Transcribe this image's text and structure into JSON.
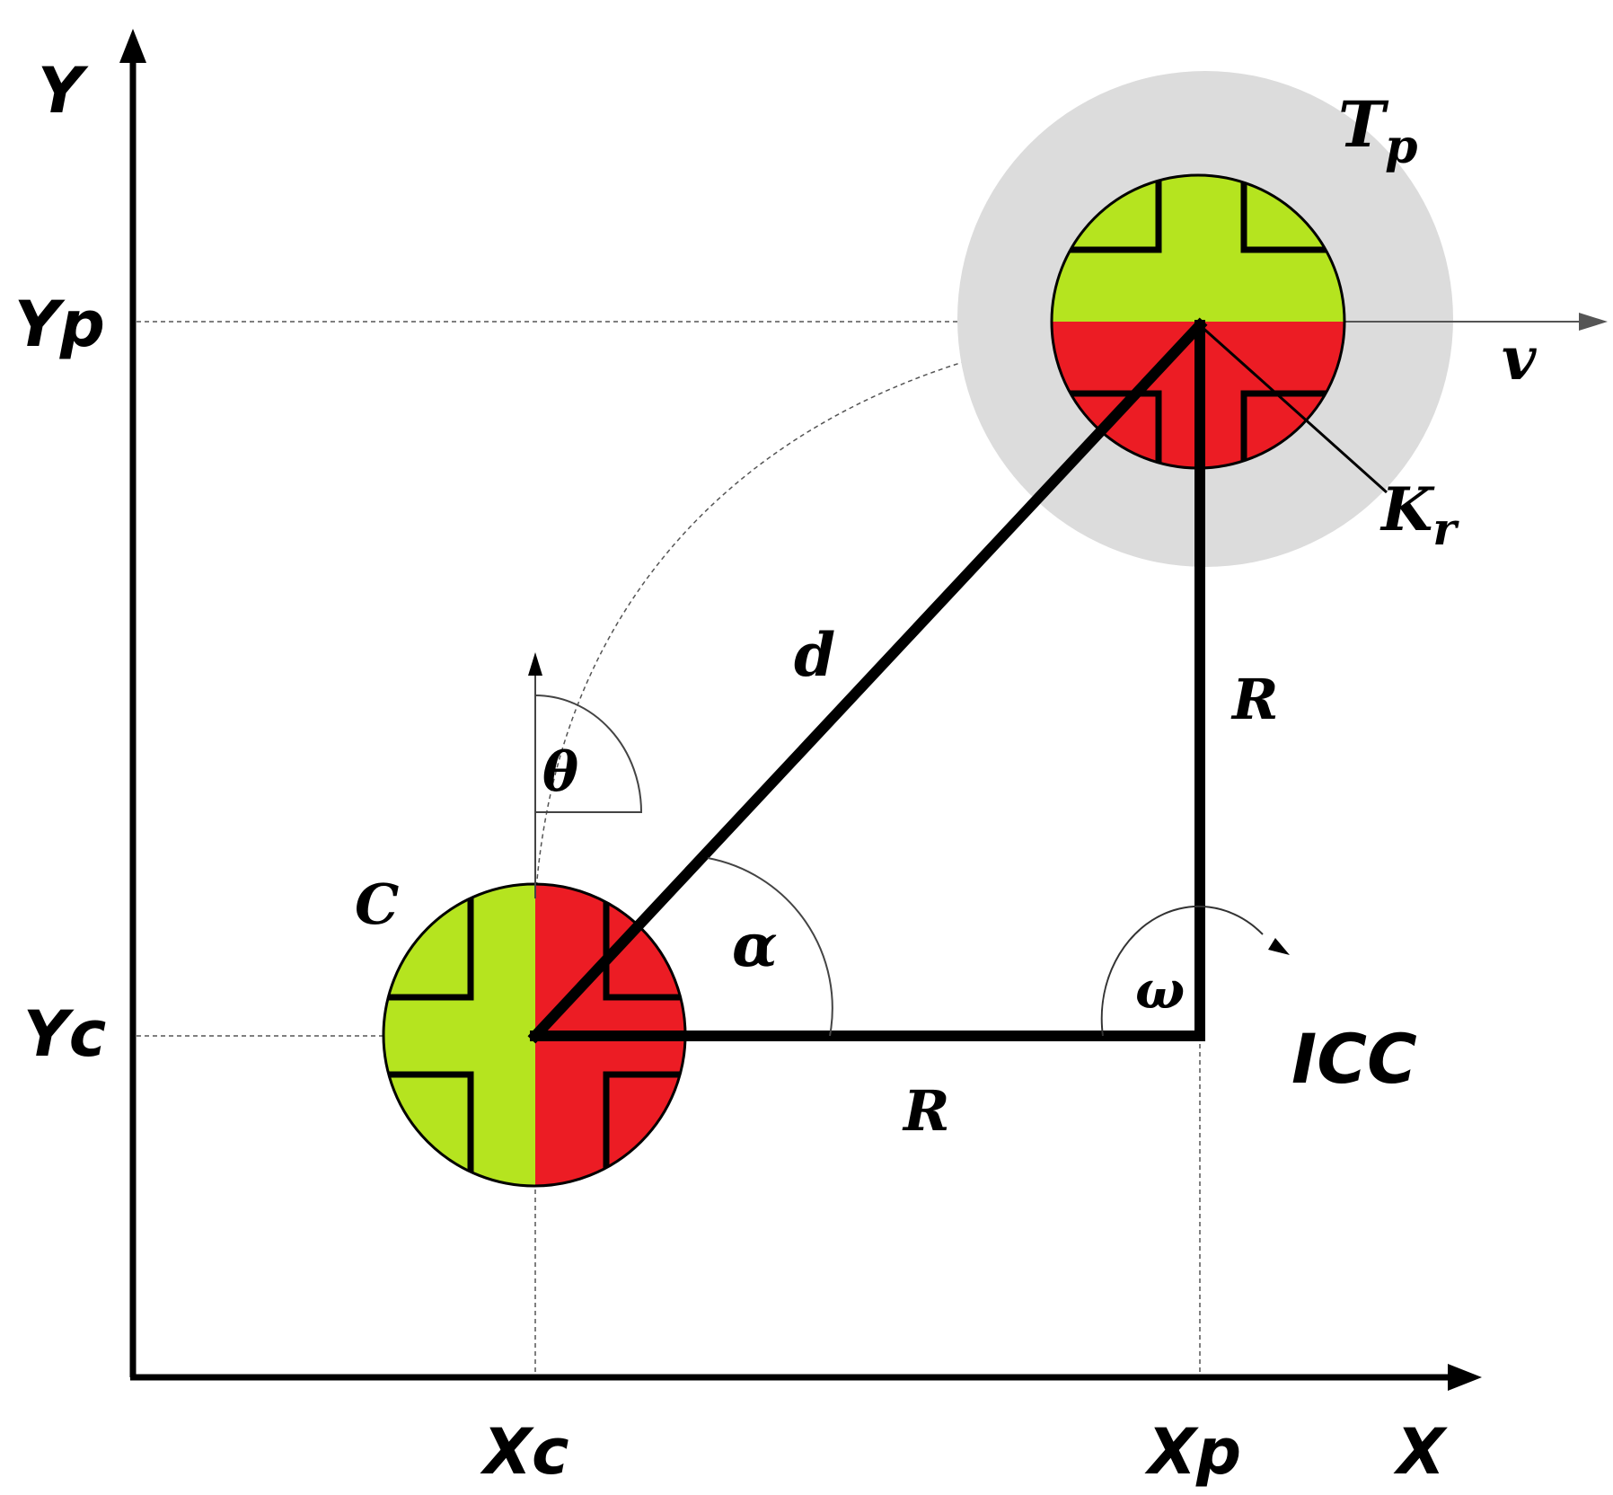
{
  "labels": {
    "y_axis": "Y",
    "x_axis": "X",
    "yp": "Yp",
    "yc": "Yc",
    "xc": "Xc",
    "xp": "Xp",
    "tp_main": "T",
    "tp_sub": "p",
    "v": "v",
    "kr_main": "K",
    "kr_sub": "r",
    "d": "d",
    "r_vertical": "R",
    "r_horizontal": "R",
    "theta": "θ",
    "alpha": "α",
    "omega": "ω",
    "c": "C",
    "icc": "ICC"
  },
  "colors": {
    "wheel_green": "#b5e41f",
    "wheel_red": "#ec1c24",
    "sensor_range": "#dcdcdc",
    "line": "#000000"
  }
}
